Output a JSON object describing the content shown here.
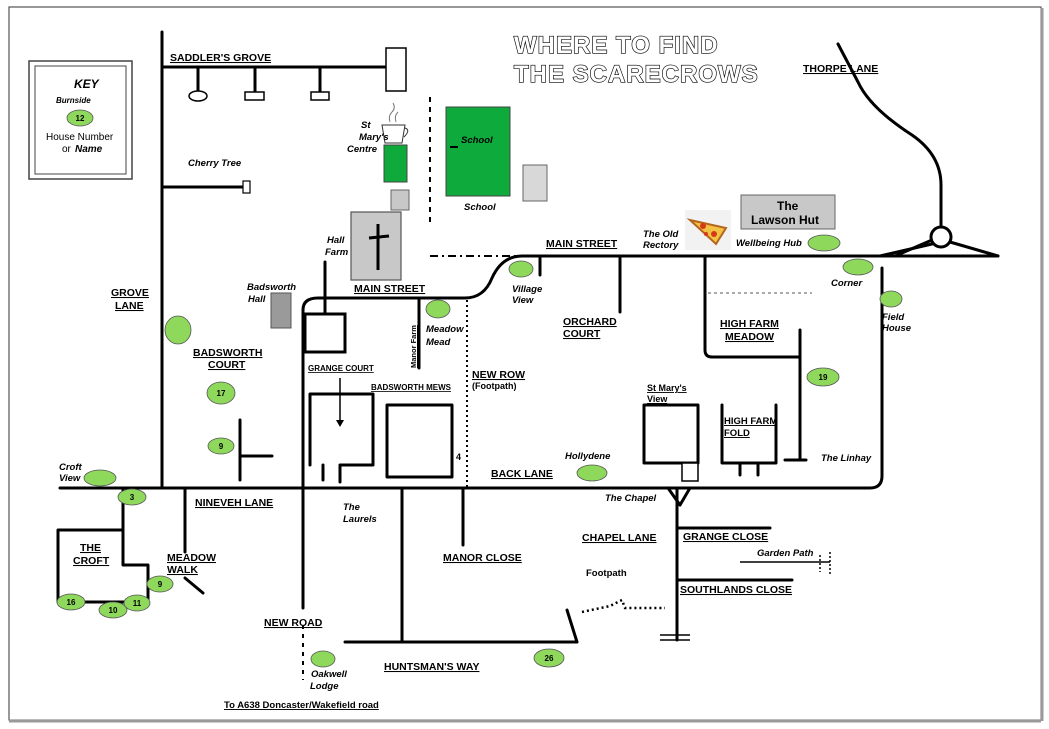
{
  "title": {
    "line1": "WHERE TO FIND",
    "line2": "THE SCARECROWS"
  },
  "key": {
    "heading": "KEY",
    "sample_name": "Burnside",
    "sample_number": "12",
    "line1": "House Number",
    "line2_prefix": "or",
    "line2_em": "Name"
  },
  "roads": {
    "saddlers_grove": "SADDLER'S GROVE",
    "thorpe_lane": "THORPE LANE",
    "grove_lane_1": "GROVE",
    "grove_lane_2": "LANE",
    "main_street_east": "MAIN STREET",
    "main_street_west": "MAIN STREET",
    "badsworth_court_1": "BADSWORTH",
    "badsworth_court_2": "COURT",
    "grange_court": "GRANGE COURT",
    "badsworth_mews": "BADSWORTH MEWS",
    "new_row": "NEW ROW",
    "new_row_sub": "(Footpath)",
    "orchard_court_1": "ORCHARD",
    "orchard_court_2": "COURT",
    "high_farm_meadow_1": "HIGH FARM",
    "high_farm_meadow_2": "MEADOW",
    "high_farm_fold_1": "HIGH FARM",
    "high_farm_fold_2": "FOLD",
    "back_lane": "BACK LANE",
    "nineveh_lane": "NINEVEH LANE",
    "the_croft_1": "THE",
    "the_croft_2": "CROFT",
    "meadow_walk_1": "MEADOW",
    "meadow_walk_2": "WALK",
    "new_road": "NEW ROAD",
    "manor_close": "MANOR CLOSE",
    "chapel_lane": "CHAPEL LANE",
    "grange_close": "GRANGE CLOSE",
    "southlands_close": "SOUTHLANDS CLOSE",
    "huntsmans_way": "HUNTSMAN'S WAY",
    "to_a638": "To A638 Doncaster/Wakefield road",
    "manor_farm": "Manor Farm"
  },
  "places": {
    "cherry_tree": "Cherry Tree",
    "st_marys_centre_1": "St",
    "st_marys_centre_2": "Mary's",
    "st_marys_centre_3": "Centre",
    "school_in": "School",
    "school_below": "School",
    "hall_farm_1": "Hall",
    "hall_farm_2": "Farm",
    "badsworth_hall_1": "Badsworth",
    "badsworth_hall_2": "Hall",
    "the_old_rectory_1": "The Old",
    "the_old_rectory_2": "Rectory",
    "lawson_hut_1": "The",
    "lawson_hut_2": "Lawson Hut",
    "wellbeing_hub": "Wellbeing Hub",
    "corner": "Corner",
    "field_house_1": "Field",
    "field_house_2": "House",
    "village_view_1": "Village",
    "village_view_2": "View",
    "meadow_mead_1": "Meadow",
    "meadow_mead_2": "Mead",
    "st_marys_view_1": "St Mary's",
    "st_marys_view_2": "View",
    "hollydene": "Hollydene",
    "the_linhay": "The Linhay",
    "croft_view_1": "Croft",
    "croft_view_2": "View",
    "the_chapel": "The Chapel",
    "the_laurels_1": "The",
    "the_laurels_2": "Laurels",
    "garden_path": "Garden Path",
    "footpath": "Footpath",
    "oakwell_lodge_1": "Oakwell",
    "oakwell_lodge_2": "Lodge",
    "four": "4"
  },
  "markers": {
    "m17": "17",
    "m9a": "9",
    "m3": "3",
    "m9b": "9",
    "m16": "16",
    "m10": "10",
    "m11": "11",
    "m19": "19",
    "m26": "26"
  },
  "colors": {
    "marker": "#8ed85c",
    "school": "#0faa3c",
    "building_grey": "#c8c8c8",
    "building_dark": "#9a9a9a"
  }
}
